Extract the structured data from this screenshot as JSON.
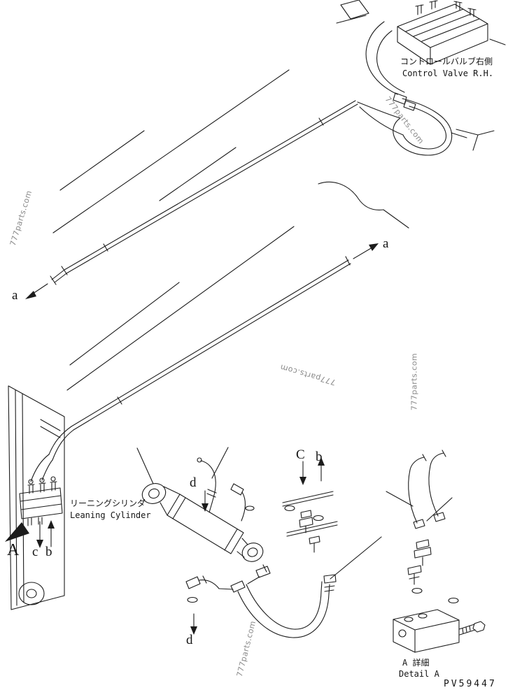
{
  "page": {
    "background": "#ffffff",
    "line_color": "#1c1c1c",
    "part_number": "PV59447"
  },
  "watermark": {
    "text": "777parts.com",
    "color": "#8a8a8a"
  },
  "labels": {
    "control_valve_jp": "コントロールバルブ右側",
    "control_valve_en": "Control Valve R.H.",
    "pipe_end_left": "a",
    "pipe_end_right": "a",
    "view_arrow": "A",
    "port_c_lower": "c",
    "port_b_lower": "b",
    "port_c_upper": "C",
    "port_b_upper": "b",
    "port_d_upper": "d",
    "port_d_lower": "d",
    "leaning_cylinder_jp": "リーニングシリンダ",
    "leaning_cylinder_en": "Leaning Cylinder",
    "detail_a_jp": "A 詳細",
    "detail_a_en": "Detail A"
  }
}
